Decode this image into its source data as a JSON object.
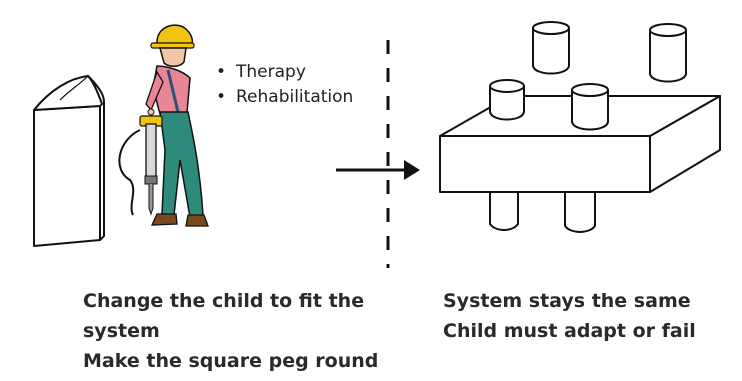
{
  "left_panel": {
    "bullets": [
      "Therapy",
      "Rehabilitation"
    ],
    "caption_lines": [
      "Change the child to fit the",
      "system",
      "Make the square peg round"
    ]
  },
  "right_panel": {
    "caption_lines": [
      "System stays the same",
      "Child must adapt or fail"
    ]
  },
  "icons": [
    "worker-with-jackhammer-icon",
    "square-peg-icon",
    "arrow-right-icon",
    "dashed-divider-icon",
    "board-with-round-pegs-icon"
  ],
  "colors": {
    "helmet": "#f2c311",
    "shirt": "#e88696",
    "pants": "#2e8a7a",
    "outline": "#111111"
  }
}
